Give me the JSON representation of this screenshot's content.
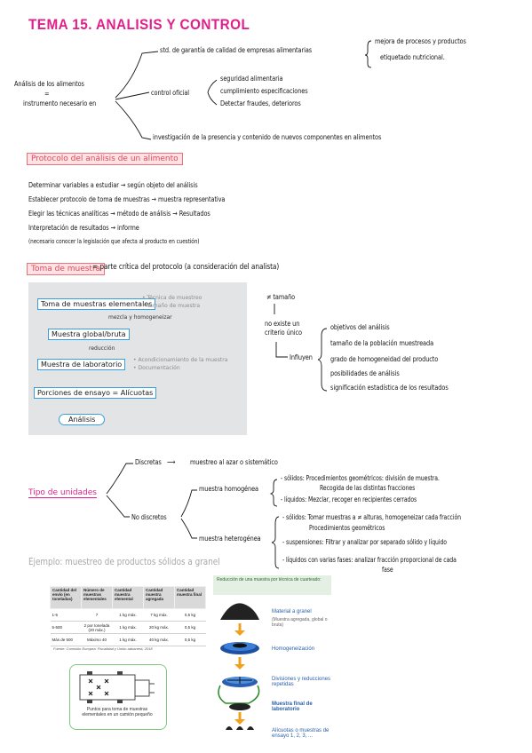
{
  "title": "TEMA 15. ANALISIS Y CONTROL",
  "intro": {
    "left_line1": "Análisis de los alimentos",
    "left_line2": "=",
    "left_line3": "instrumento necesario en",
    "branch1": "std. de garantía de calidad de empresas alimentarias",
    "branch1_note": "mejora de procesos y productos",
    "branch1_note2": "etiquetado nutricional.",
    "branch2": "control oficial",
    "branch2_items": [
      "seguridad alimentaria",
      "cumplimiento especificaciones",
      "Detectar fraudes, deterioros"
    ],
    "branch3": "investigación de la presencia y contenido de nuevos componentes en alimentos"
  },
  "protocolo": {
    "header": "Protocolo del análisis de un alimento",
    "items": [
      "Determinar variables a estudiar → según objeto del análisis",
      "Establecer protocolo de toma de muestras → muestra representativa",
      "Elegir las técnicas analíticas → método de análisis → Resultados",
      "Interpretación de resultados → informe"
    ],
    "note": "(necesario conocer la legislación que afecta al producto en cuestión)"
  },
  "toma": {
    "header": "Toma de muestra",
    "def": "= parte crítica del protocolo (a consideración del analista)",
    "flow": {
      "box1": "Toma de muestras elementales",
      "note1a": "• Técnica de muestreo",
      "note1b": "• Tamaño de muestra",
      "mix": "mezcla y homogeneizar",
      "box2": "Muestra global/bruta",
      "reduc": "reducción",
      "box3": "Muestra de laboratorio",
      "note3a": "• Acondicionamiento de la muestra",
      "note3b": "• Documentación",
      "box4": "Porciones de ensayo = Alícuotas",
      "box5": "Análisis"
    },
    "right": {
      "tamano": "≠ tamaño",
      "noestable1": "no existe un",
      "noestable2": "criterio único",
      "influyen": "Influyen",
      "factors": [
        "objetivos del análisis",
        "tamaño de la población muestreada",
        "grado de homogeneidad del producto",
        "posibilidades de análisis",
        "significación estadística de los resultados"
      ]
    }
  },
  "unidades": {
    "header": "Tipo de unidades",
    "discretas": "Discretas",
    "discretas_out": "muestreo al azar o sistemático",
    "nodiscretos": "No discretos",
    "homog": "muestra homogénea",
    "homog_items": [
      "- sólidos: Procedimientos geométricos: división de muestra.",
      "Recogida de las distintas fracciones",
      "- líquidos: Mezclar, recoger en recipientes cerrados"
    ],
    "heterog": "muestra heterogénea",
    "heterog_items": [
      "- sólidos: Tomar muestras a ≠ alturas, homogeneizar cada fracción",
      "Procedimientos geométricos",
      "- suspensiones: Filtrar y analizar por separado sólido y líquido",
      "- líquidos con varias fases: analizar fracción proporcional de cada",
      "fase"
    ]
  },
  "ejemplo": {
    "header": "Ejemplo: muestreo de productos sólidos a granel",
    "table": {
      "headers": [
        "Cantidad del envío (en toneladas)",
        "Número de muestras elementales",
        "Cantidad muestra elemental",
        "Cantidad muestra agregada",
        "Cantidad muestra final"
      ],
      "rows": [
        [
          "1-5",
          "7",
          "1 kg máx.",
          "7 kg máx.",
          "0,5 kg"
        ],
        [
          "5-500",
          "2 por tonelada (20 máx.)",
          "1 kg máx.",
          "20 kg máx.",
          "0,5 kg"
        ],
        [
          "Más de 500",
          "Máximo 40",
          "1 kg máx.",
          "40 kg máx.",
          "0,5 kg"
        ]
      ]
    },
    "source": "Fuente: Comisión Europea. Fiscalidad y Unión aduanera, 2018",
    "truck_caption": "Puntos para toma de muestras elementales en un camión pequeño",
    "reduction_title": "Reducción de una muestra por técnica de cuarteado:",
    "steps": [
      {
        "label": "Material a granel",
        "sub": "(Muestra agregada, global o bruta)"
      },
      {
        "label": "Homogeneización",
        "sub": ""
      },
      {
        "label": "Divisiones y reducciones repetidas",
        "sub": ""
      },
      {
        "label": "Muestra final de laboratorio",
        "sub": ""
      },
      {
        "label": "Alícuotas o muestras de ensayo 1, 2, 3, ...",
        "sub": ""
      }
    ]
  }
}
